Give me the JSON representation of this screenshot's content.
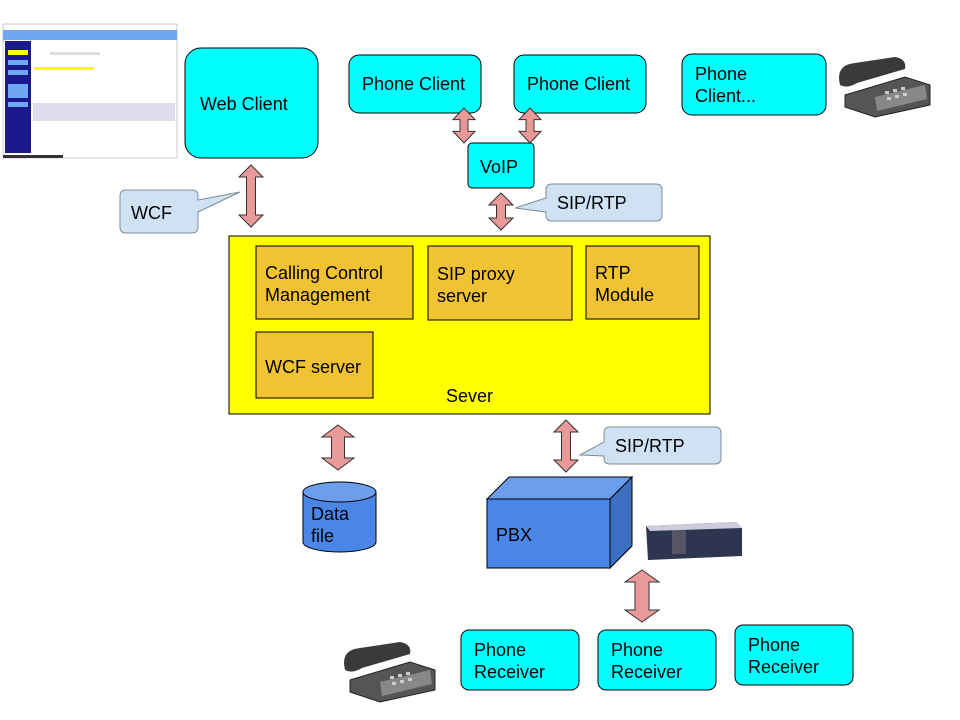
{
  "colors": {
    "client": "#00ffff",
    "server": "#ffff00",
    "module": "#f1c232",
    "storage": "#4a86e8",
    "callout": "#cfe2f3",
    "arrow": "#ea9999"
  },
  "nodes": {
    "web_client": "Web Client",
    "phone_client_1": "Phone Client",
    "phone_client_2": "Phone Client",
    "phone_client_3": [
      "Phone",
      "Client..."
    ],
    "voip": "VoIP",
    "server": "Sever",
    "calling_control": [
      "Calling Control",
      "Management"
    ],
    "sip_proxy": [
      "SIP proxy",
      "server"
    ],
    "rtp_module": [
      "RTP",
      "Module"
    ],
    "wcf_server": "WCF server",
    "data_file": [
      "Data",
      "file"
    ],
    "pbx": "PBX",
    "phone_receiver_1": [
      "Phone",
      "Receiver"
    ],
    "phone_receiver_2": [
      "Phone",
      "Receiver"
    ],
    "phone_receiver_3": [
      "Phone",
      "Receiver"
    ]
  },
  "callouts": {
    "wcf": "WCF",
    "sip_rtp_top": "SIP/RTP",
    "sip_rtp_bottom": "SIP/RTP"
  },
  "images": {
    "web_app_screenshot": "web-app-screenshot",
    "desk_phone": "desk-phone-icon",
    "pbx_hardware": "pbx-hardware-icon"
  }
}
